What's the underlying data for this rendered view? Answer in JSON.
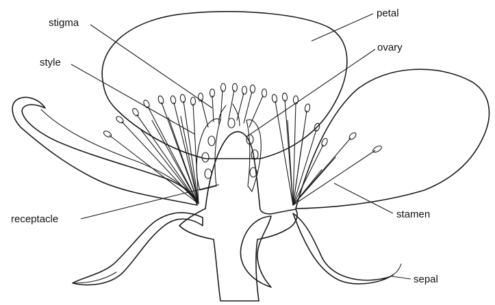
{
  "diagram": {
    "colors": {
      "petal_fill": "#f6e7d9",
      "petal_shade": "#efcdb0",
      "sepal_fill": "#e9e9e9",
      "outline": "#1a1a1a",
      "background": "#ffffff"
    },
    "labels": {
      "stigma": "stigma",
      "style": "style",
      "receptacle": "receptacle",
      "petal": "petal",
      "ovary": "ovary",
      "stamen": "stamen",
      "sepal": "sepal"
    }
  }
}
